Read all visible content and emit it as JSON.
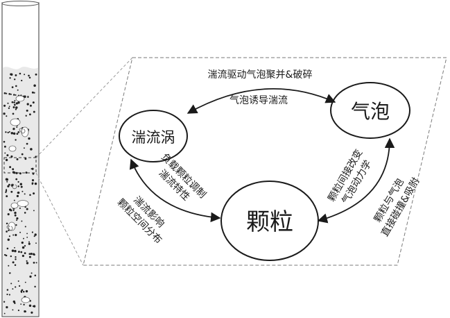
{
  "nodes": {
    "turbulent_vortex": "湍流涡",
    "bubble": "气泡",
    "particle": "颗粒"
  },
  "relations": {
    "vortex_to_bubble": "湍流驱动气泡聚并&破碎",
    "bubble_to_vortex": "气泡诱导湍流",
    "particle_to_vortex_l1": "负载颗粒调制",
    "particle_to_vortex_l2": "湍流特性",
    "vortex_to_particle_l1": "湍流影响",
    "vortex_to_particle_l2": "颗粒空间分布",
    "particle_to_bubble_l1": "颗粒间接改变",
    "particle_to_bubble_l2": "气泡动力学",
    "bubble_to_particle_l1": "颗粒与气泡",
    "bubble_to_particle_l2": "直接碰撞&吸附"
  },
  "colors": {
    "line": "#1a1a1a",
    "dashed_frame": "#7a7a7a",
    "column_liquid": "#e9e9e9",
    "column_gas": "#ffffff"
  }
}
